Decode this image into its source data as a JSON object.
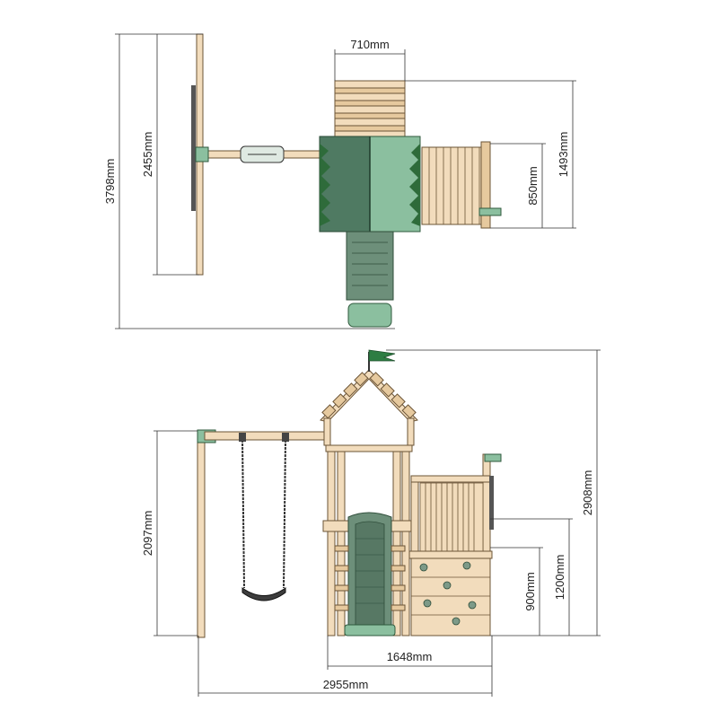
{
  "colors": {
    "wood": "#f2dcbc",
    "wood_edge": "#6b5436",
    "green_light": "#8bbf9f",
    "green_dark": "#4f7a62",
    "slide": "#6d8f7a",
    "dimension_line": "#333333"
  },
  "top_view": {
    "dimensions": {
      "deck_width": "710mm",
      "overall_depth": "3798mm",
      "swing_beam_length": "2455mm",
      "module_depth": "1493mm",
      "side_deck_depth": "850mm"
    }
  },
  "front_view": {
    "dimensions": {
      "overall_height": "2908mm",
      "swing_height": "2097mm",
      "side_wall_height": "1200mm",
      "platform_height": "900mm",
      "tower_width": "1648mm",
      "overall_width": "2955mm"
    }
  }
}
